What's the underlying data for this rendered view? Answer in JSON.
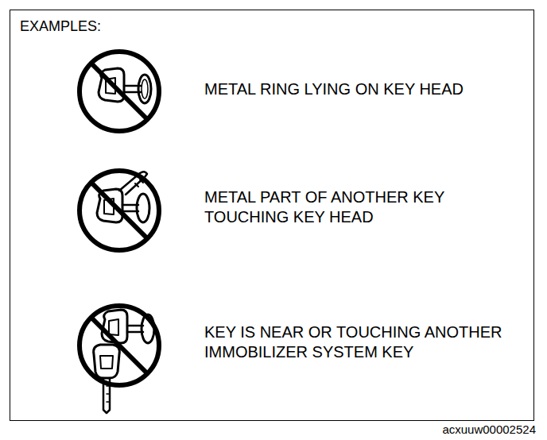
{
  "diagram": {
    "nodes": [
      {
        "text": [
          "EXAMPLES:",
          "METAL RING LYING ON KEY HEAD",
          "METAL PART OF ANOTHER KEY TOUCHING KEY HEAD",
          "KEY IS NEAR OR TOUCHING ANOTHER IMMOBILIZER SYSTEM KEY"
        ]
      }
    ],
    "labels": [
      "acxuuw00002524"
    ]
  }
}
